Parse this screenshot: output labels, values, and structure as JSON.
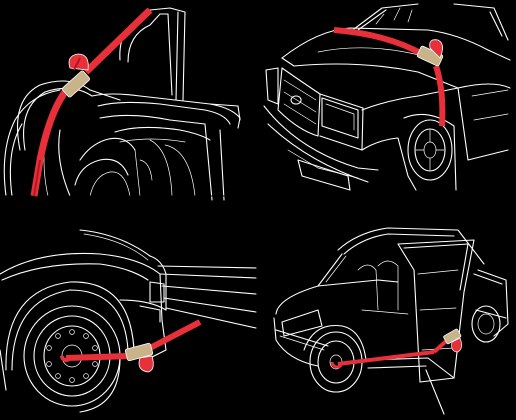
{
  "colors": {
    "background": "#000000",
    "line_art": "#ffffff",
    "strap": "#e8303a",
    "strap_shadow": "#b01822",
    "ratchet_metal": "#c9b48a"
  },
  "panels": [
    {
      "name": "strap-over-seat-back"
    },
    {
      "name": "strap-over-car-front"
    },
    {
      "name": "strap-to-rear-wheel"
    },
    {
      "name": "strap-through-open-door"
    }
  ]
}
